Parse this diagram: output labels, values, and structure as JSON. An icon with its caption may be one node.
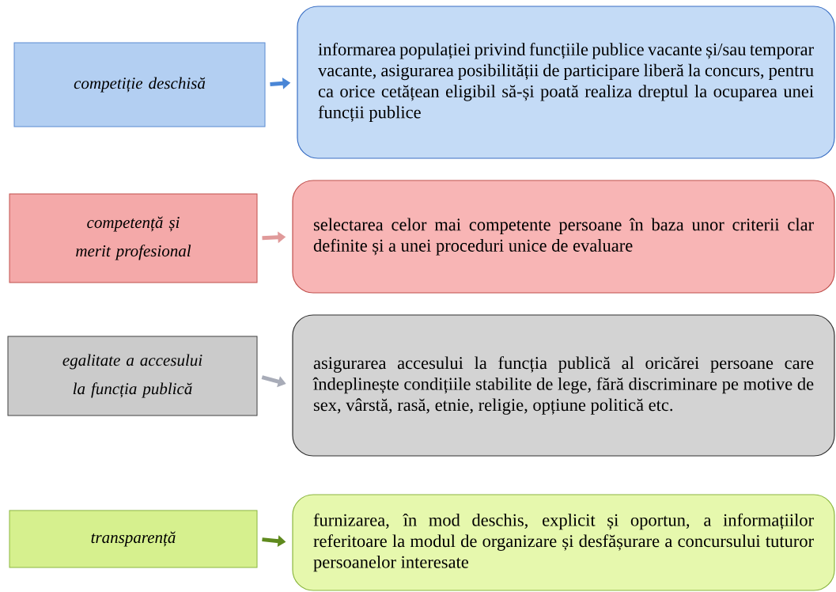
{
  "diagram": {
    "nodes": [
      {
        "text": [
          "competiție deschisă"
        ]
      },
      {
        "text": [
          "competență și merit profesional"
        ]
      },
      {
        "text": [
          "egalitate a accesului la funcția publică"
        ]
      },
      {
        "text": [
          "transparență"
        ]
      },
      {
        "text": [
          "informarea populației privind funcțiile publice vacante și/sau temporar vacante, asigurarea posibilității de participare liberă la concurs, pentru ca orice cetățean eligibil să-și poată realiza dreptul la ocuparea unei funcții publice"
        ]
      },
      {
        "text": [
          "selectarea celor mai competente persoane în baza unor criterii clar definite și a unei proceduri unice de evaluare"
        ]
      },
      {
        "text": [
          "asigurarea accesului la funcția publică al oricărei persoane care îndeplinește condițiile stabilite de lege, fără discriminare pe motive de sex, vârstă, rasă, etnie, religie, opțiune politică etc."
        ]
      },
      {
        "text": [
          "furnizarea, în mod deschis, explicit și oportun, a informațiilor referitoare la modul de organizare și desfășurare a concursului tuturor persoanelor interesate"
        ]
      }
    ],
    "edges": [
      {
        "from": 0,
        "to": 4,
        "arrow": "to",
        "color": "#4a86d6"
      },
      {
        "from": 1,
        "to": 5,
        "arrow": "to",
        "color": "#e09a9a"
      },
      {
        "from": 2,
        "to": 6,
        "arrow": "to",
        "color": "#a8acb8"
      },
      {
        "from": 3,
        "to": 7,
        "arrow": "to",
        "color": "#5f8a1e"
      }
    ]
  }
}
